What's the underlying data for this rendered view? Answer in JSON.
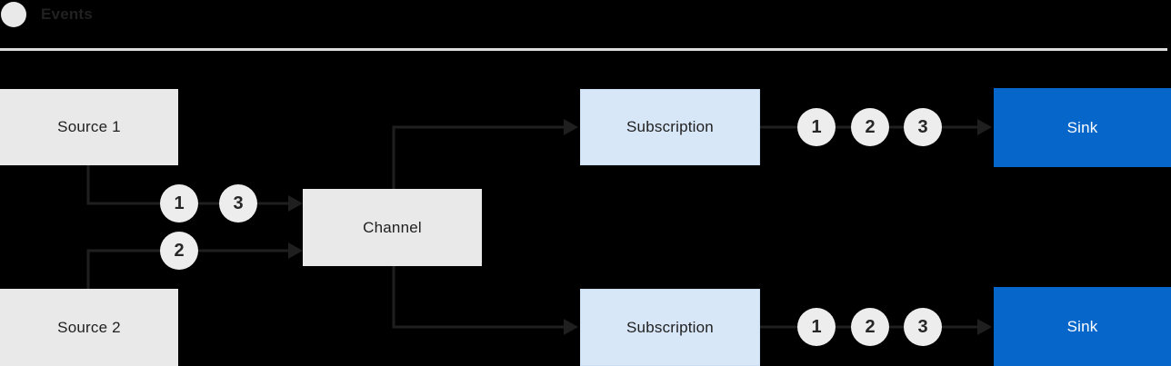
{
  "legend": {
    "label": "Events",
    "icon": "event-circle-icon"
  },
  "colors": {
    "background": "#000000",
    "box_gray": "#e9e9e9",
    "box_light_blue": "#d8e7f8",
    "box_blue": "#0666c9",
    "event_circle": "#ededed",
    "connector_line": "#1f1f1f",
    "separator": "#dcdcdc",
    "text_dark": "#1f1f1f",
    "text_on_blue": "#ffffff"
  },
  "nodes": {
    "source1": {
      "label": "Source 1"
    },
    "source2": {
      "label": "Source 2"
    },
    "channel": {
      "label": "Channel"
    },
    "subscription1": {
      "label": "Subscription"
    },
    "subscription2": {
      "label": "Subscription"
    },
    "sink1": {
      "label": "Sink"
    },
    "sink2": {
      "label": "Sink"
    }
  },
  "events": {
    "source1_to_channel": [
      "1",
      "3"
    ],
    "source2_to_channel": [
      "2"
    ],
    "subscription1_to_sink": [
      "1",
      "2",
      "3"
    ],
    "subscription2_to_sink": [
      "1",
      "2",
      "3"
    ]
  }
}
